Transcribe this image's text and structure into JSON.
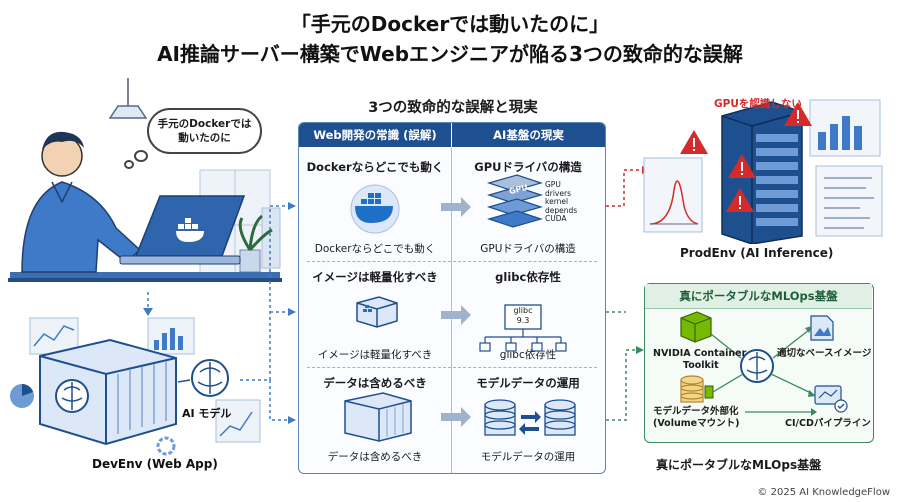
{
  "title": {
    "line1": "「手元のDockerでは動いたのに」",
    "line2": "AI推論サーバー構築でWebエンジニアが陥る3つの致命的な誤解"
  },
  "left": {
    "bubble_line1": "手元のDockerでは",
    "bubble_line2": "動いたのに",
    "ai_model_label": "AI モデル",
    "devenv_label": "DevEnv (Web App)"
  },
  "center": {
    "heading": "3つの致命的な誤解と現実",
    "col_left_header": "Web開発の常識 (誤解)",
    "col_right_header": "AI基盤の現実",
    "rows": [
      {
        "left_title": "Dockerならどこでも動く",
        "left_caption": "Dockerならどこでも動く",
        "right_title": "GPUドライバの構造",
        "right_caption": "GPUドライバの構造",
        "gpu_chip": "GPU",
        "stack_labels": [
          "GPU",
          "drivers",
          "kernel",
          "depends",
          "CUDA"
        ]
      },
      {
        "left_title": "イメージは軽量化すべき",
        "left_caption": "イメージは軽量化すべき",
        "right_title": "glibc依存性",
        "right_caption": "glibc依存性",
        "tree_root": "glibc",
        "tree_version": "9.3"
      },
      {
        "left_title": "データは含めるべき",
        "left_caption": "データは含めるべき",
        "right_title": "モデルデータの運用",
        "right_caption": "モデルデータの運用"
      }
    ]
  },
  "right": {
    "gpu_warning": "GPUを認識しない",
    "prod_label": "ProdEnv (AI Inference)",
    "mlops_header": "真にポータブルなMLOps基盤",
    "nvidia_line1": "NVIDIA Container",
    "nvidia_line2": "Toolkit",
    "base_image": "適切なベースイメージ",
    "model_ext_line1": "モデルデータ外部化",
    "model_ext_line2": "(Volumeマウント)",
    "cicd": "CI/CDパイプライン",
    "mlops_bottom": "真にポータブルなMLOps基盤"
  },
  "footer": {
    "copyright": "© 2025 AI KnowledgeFlow"
  },
  "colors": {
    "navy": "#1e4f8f",
    "blue": "#3f7ac8",
    "light_blue": "#dce8f7",
    "red": "#d42a2a",
    "green": "#3c8b5f"
  }
}
